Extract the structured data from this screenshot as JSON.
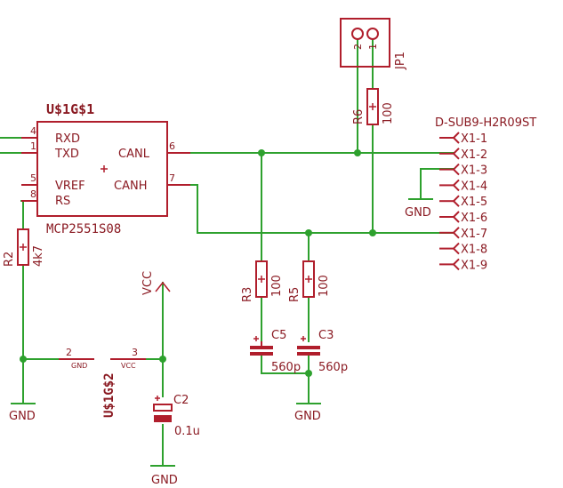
{
  "u1": {
    "name": "U$1G$1",
    "value": "MCP2551S08",
    "pins": {
      "rxd": "RXD",
      "txd": "TXD",
      "vref": "VREF",
      "rs": "RS",
      "canl": "CANL",
      "canh": "CANH",
      "n4": "4",
      "n1": "1",
      "n5": "5",
      "n8": "8",
      "n6": "6",
      "n7": "7"
    }
  },
  "power": {
    "name": "U$1G$2",
    "pin_gnd_num": "2",
    "pin_gnd_name": "GND",
    "pin_vcc_num": "3",
    "pin_vcc_name": "VCC"
  },
  "jp1": {
    "name": "JP1",
    "pin2": "2",
    "pin1": "1"
  },
  "r6": {
    "name": "R6",
    "value": "100"
  },
  "r2": {
    "name": "R2",
    "value": "4k7"
  },
  "r3": {
    "name": "R3",
    "value": "100"
  },
  "r5": {
    "name": "R5",
    "value": "100"
  },
  "c5": {
    "name": "C5",
    "value": "560p"
  },
  "c3": {
    "name": "C3",
    "value": "560p"
  },
  "c2": {
    "name": "C2",
    "value": "0.1u"
  },
  "vcc_label": "VCC",
  "gnd_labels": [
    "GND",
    "GND",
    "GND",
    "GND"
  ],
  "dsub": {
    "name": "D-SUB9-H2R09ST",
    "pins": [
      "X1-1",
      "X1-2",
      "X1-3",
      "X1-4",
      "X1-5",
      "X1-6",
      "X1-7",
      "X1-8",
      "X1-9"
    ]
  },
  "colors": {
    "wire": "#2ea12e",
    "part": "#b01e2c",
    "label": "#8a1a22"
  }
}
